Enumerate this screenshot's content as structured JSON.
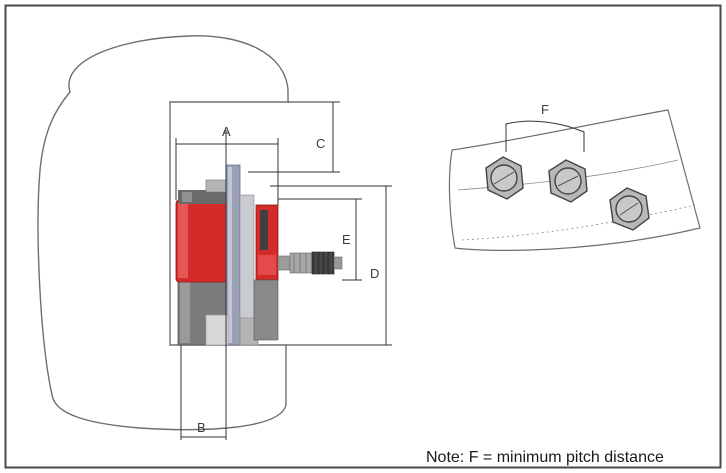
{
  "labels": {
    "A": "A",
    "B": "B",
    "C": "C",
    "D": "D",
    "E": "E",
    "F": "F"
  },
  "note": "Note: F = minimum pitch distance",
  "colors": {
    "frame": "#4a4a4a",
    "outline": "#6e6e6e",
    "cylinder_red": "#d42a2a",
    "cylinder_dark": "#7b7b7b",
    "rod": "#9aa0b4",
    "fitting": "#8c8c8c",
    "nut_fill": "#b8b8b8"
  }
}
